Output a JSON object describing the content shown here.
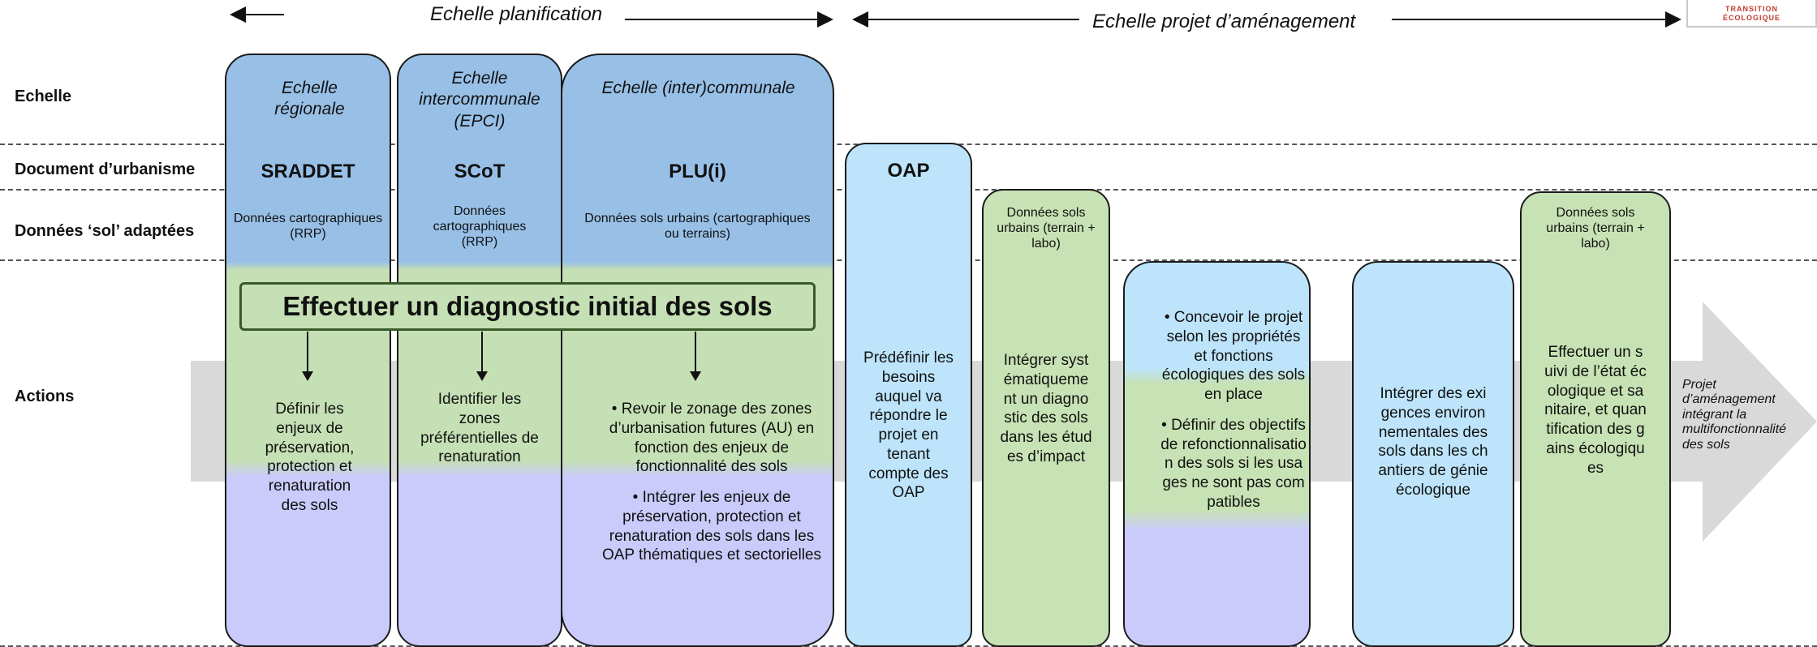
{
  "scales": {
    "planning": "Echelle planification",
    "project": "Echelle projet d’aménagement"
  },
  "rows": {
    "scale": "Echelle",
    "document": "Document d’urbanisme",
    "soil_data": "Données ‘sol’ adaptées",
    "actions": "Actions"
  },
  "columns": [
    {
      "scale": "Echelle régionale",
      "document": "SRADDET",
      "soil_data": "Données cartographiques (RRP)",
      "action": "Définir les enjeux de préservation, protection et renaturation des sols"
    },
    {
      "scale": "Echelle intercommunale (EPCI)",
      "document": "SCoT",
      "soil_data": "Données cartographiques (RRP)",
      "action": "Identifier les zones préférentielles de renaturation"
    },
    {
      "scale": "Echelle (inter)communale",
      "document": "PLU(i)",
      "soil_data": "Données sols urbains (cartographiques ou terrains)",
      "actions": [
        "Revoir le zonage des zones d’urbanisation futures (AU) en fonction des enjeux de fonctionnalité des sols",
        "Intégrer les enjeux de préservation, protection et renaturation des sols dans les OAP thématiques et sectorielles"
      ]
    },
    {
      "document": "OAP",
      "action": "Prédéfinir les besoins auquel va répondre le projet en tenant compte des OAP"
    },
    {
      "soil_data": "Données sols urbains (terrain + labo)",
      "action": "Intégrer systématiquement un diagnostic des sols dans les études d’impact"
    },
    {
      "actions": [
        "Concevoir le projet selon les propriétés et fonctions écologiques des sols en place",
        "Définir des objectifs de refonctionnalisation des sols si les usages ne sont pas compatibles"
      ]
    },
    {
      "action": "Intégrer des exigences environnementales des sols dans les chantiers de génie écologique"
    },
    {
      "soil_data": "Données sols urbains (terrain + labo)",
      "action": "Effectuer un suivi de l’état écologique et sanitaire, et quantification des gains écologiques"
    }
  ],
  "diagnostic_banner": "Effectuer un diagnostic initial des sols",
  "arrow_label": "Projet d’aménagement intégrant la multifonctionnalité des sols",
  "logo_text": "TRANSITION ÉCOLOGIQUE",
  "colors": {
    "blue_header": "#98c0e7",
    "light_blue": "#bde4fb",
    "green": "#c7e2b4",
    "lavender": "#cacbfb",
    "banner_border": "#3a5a2a",
    "arrow_grey": "#d9d9d9"
  }
}
